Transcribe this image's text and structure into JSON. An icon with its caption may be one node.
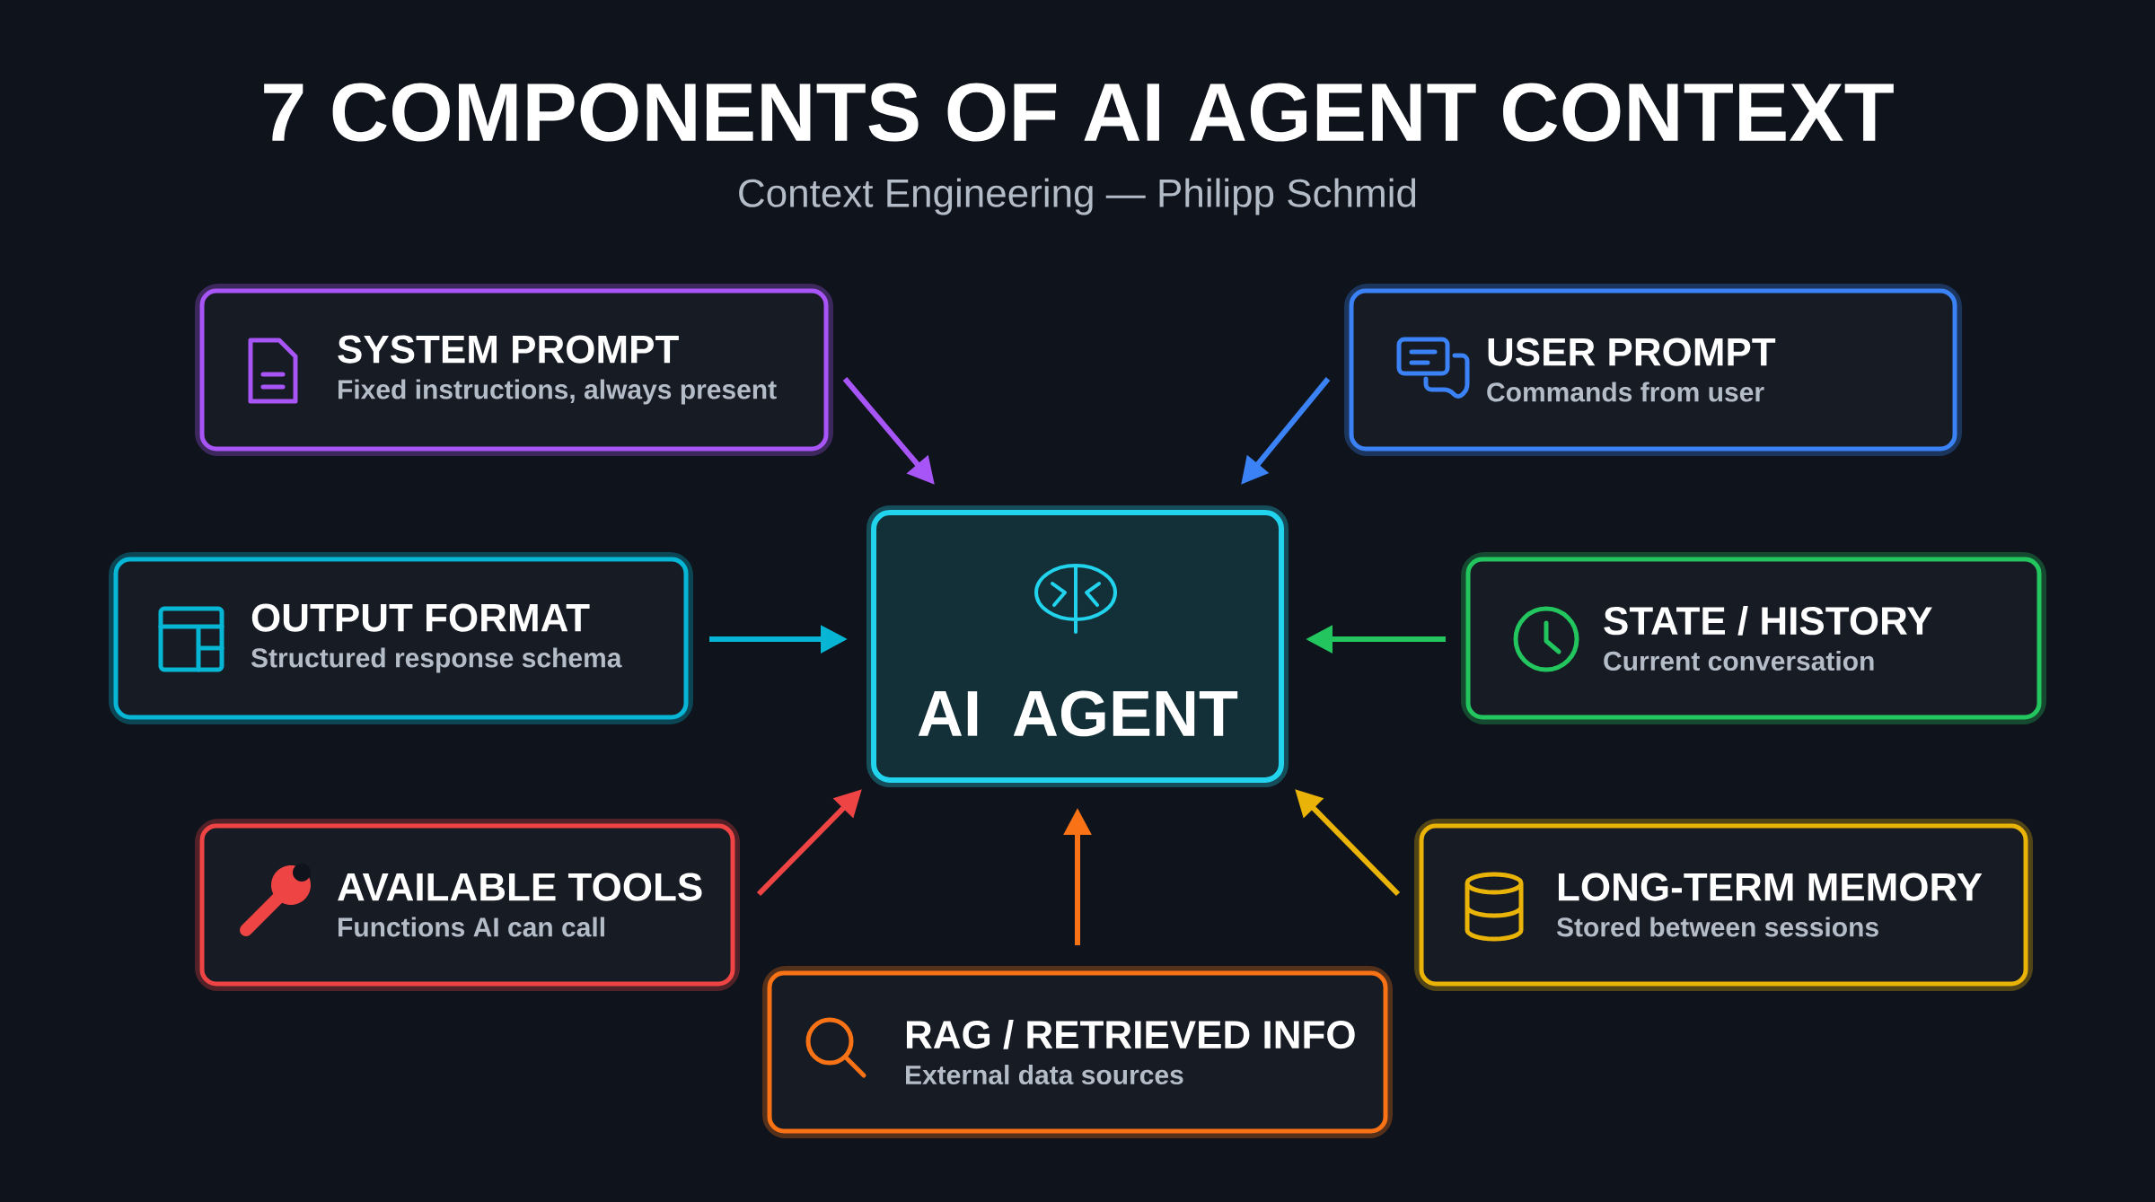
{
  "diagram": {
    "title": "7 COMPONENTS OF AI AGENT CONTEXT",
    "nodes": [
      {
        "text": [
          "SYSTEM PROMPT",
          "Fixed instructions, always present"
        ]
      },
      {
        "text": [
          "USER PROMPT",
          "Commands from user"
        ]
      },
      {
        "text": [
          "OUTPUT FORMAT",
          "Structured response schema"
        ]
      },
      {
        "text": [
          "AI AGENT"
        ]
      },
      {
        "text": [
          "STATE / HISTORY",
          "Current conversation"
        ]
      },
      {
        "text": [
          "AVAILABLE TOOLS",
          "Functions AI can call"
        ]
      },
      {
        "text": [
          "LONG-TERM MEMORY",
          "Stored between sessions"
        ]
      },
      {
        "text": [
          "RAG / RETRIEVED INFO",
          "External data sources"
        ]
      }
    ],
    "edges": [
      {
        "from": 0,
        "to": 3,
        "arrow": "to",
        "color": "#a855f7"
      },
      {
        "from": 1,
        "to": 3,
        "arrow": "to",
        "color": "#3b82f6"
      },
      {
        "from": 2,
        "to": 3,
        "arrow": "to",
        "color": "#06b6d4"
      },
      {
        "from": 4,
        "to": 3,
        "arrow": "to",
        "color": "#22c55e"
      },
      {
        "from": 5,
        "to": 3,
        "arrow": "to",
        "color": "#ef4444"
      },
      {
        "from": 6,
        "to": 3,
        "arrow": "to",
        "color": "#eab308"
      },
      {
        "from": 7,
        "to": 3,
        "arrow": "to",
        "color": "#f97316"
      }
    ],
    "labels": [
      "Context Engineering — Philipp Schmid"
    ]
  }
}
